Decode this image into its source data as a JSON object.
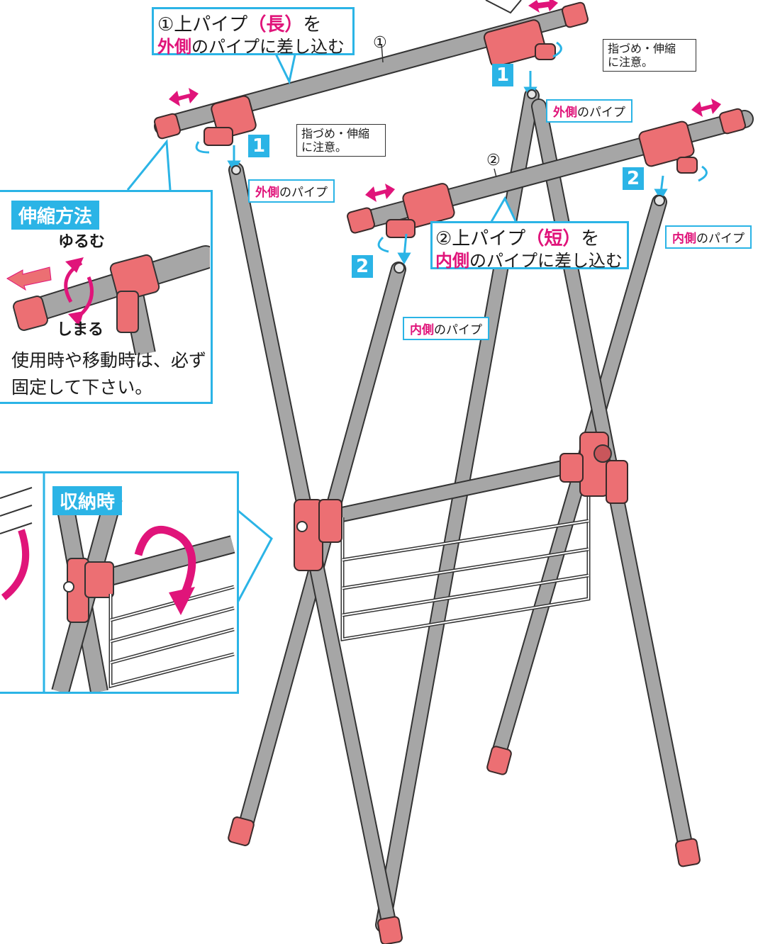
{
  "colors": {
    "accent": "#2bb4e6",
    "pink": "#ec6f73",
    "magenta": "#e0147a",
    "pipe": "#a6a6a6"
  },
  "callout_top": {
    "line1_a": "①上パイプ",
    "line1_b": "（長）",
    "line1_c": "を",
    "line2_a": "外側",
    "line2_b": "のパイプに差し込む"
  },
  "callout_mid": {
    "line1_a": "②上パイプ",
    "line1_b": "（短）",
    "line1_c": "を",
    "line2_a": "内側",
    "line2_b": "のパイプに差し込む"
  },
  "circle_1": "①",
  "circle_2": "②",
  "note_pinch": "指づめ・伸縮\nに注意。",
  "step_1": "1",
  "step_2": "2",
  "pipe_outer": {
    "em": "外側",
    "rest": "のパイプ"
  },
  "pipe_inner": {
    "em": "内側",
    "rest": "のパイプ"
  },
  "extend_panel": {
    "title": "伸縮方法",
    "loosen": "ゆるむ",
    "tighten": "しまる",
    "caption_1": "使用時や移動時は、必ず",
    "caption_2": "固定して下さい。"
  },
  "storage_panel": {
    "title": "収納時"
  }
}
